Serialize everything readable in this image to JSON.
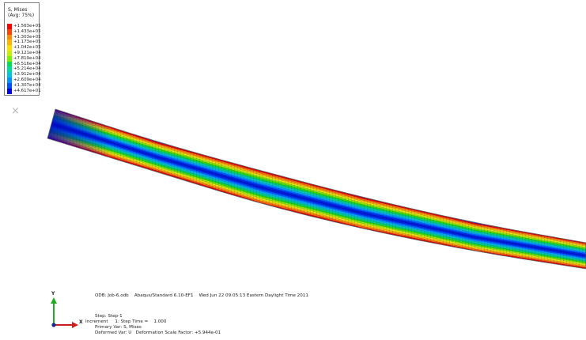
{
  "legend": {
    "title_line1": "S, Mises",
    "title_line2": "(Avg: 75%)",
    "entries": [
      {
        "label": "+1.563e+05",
        "color": "#ff0000"
      },
      {
        "label": "+1.433e+05",
        "color": "#ff4600"
      },
      {
        "label": "+1.303e+05",
        "color": "#ff8c00"
      },
      {
        "label": "+1.173e+05",
        "color": "#ffb400"
      },
      {
        "label": "+1.042e+05",
        "color": "#ffe000"
      },
      {
        "label": "+9.121e+04",
        "color": "#c8f000"
      },
      {
        "label": "+7.819e+04",
        "color": "#78f000"
      },
      {
        "label": "+6.516e+04",
        "color": "#00e050"
      },
      {
        "label": "+5.214e+04",
        "color": "#00dc9a"
      },
      {
        "label": "+3.912e+04",
        "color": "#00c8dc"
      },
      {
        "label": "+2.609e+04",
        "color": "#0096ff"
      },
      {
        "label": "+1.307e+04",
        "color": "#0050ff"
      },
      {
        "label": "+4.617e+01",
        "color": "#0000e6"
      }
    ]
  },
  "view_marker": "×",
  "triad": {
    "y_label": "Y",
    "x_label": "X"
  },
  "info": {
    "odb_line": "ODB: Job-6.odb    Abaqus/Standard 6.10-EF1    Wed Jun 22 09:05:13 Eastern Daylight Time 2011",
    "step_line": "Step: Step-1",
    "increment_line": "Increment     1: Step Time =    1.000",
    "primary_var_line": "Primary Var: S, Mises",
    "deformed_var_line": "Deformed Var: U   Deformation Scale Factor: +5.944e-01"
  }
}
